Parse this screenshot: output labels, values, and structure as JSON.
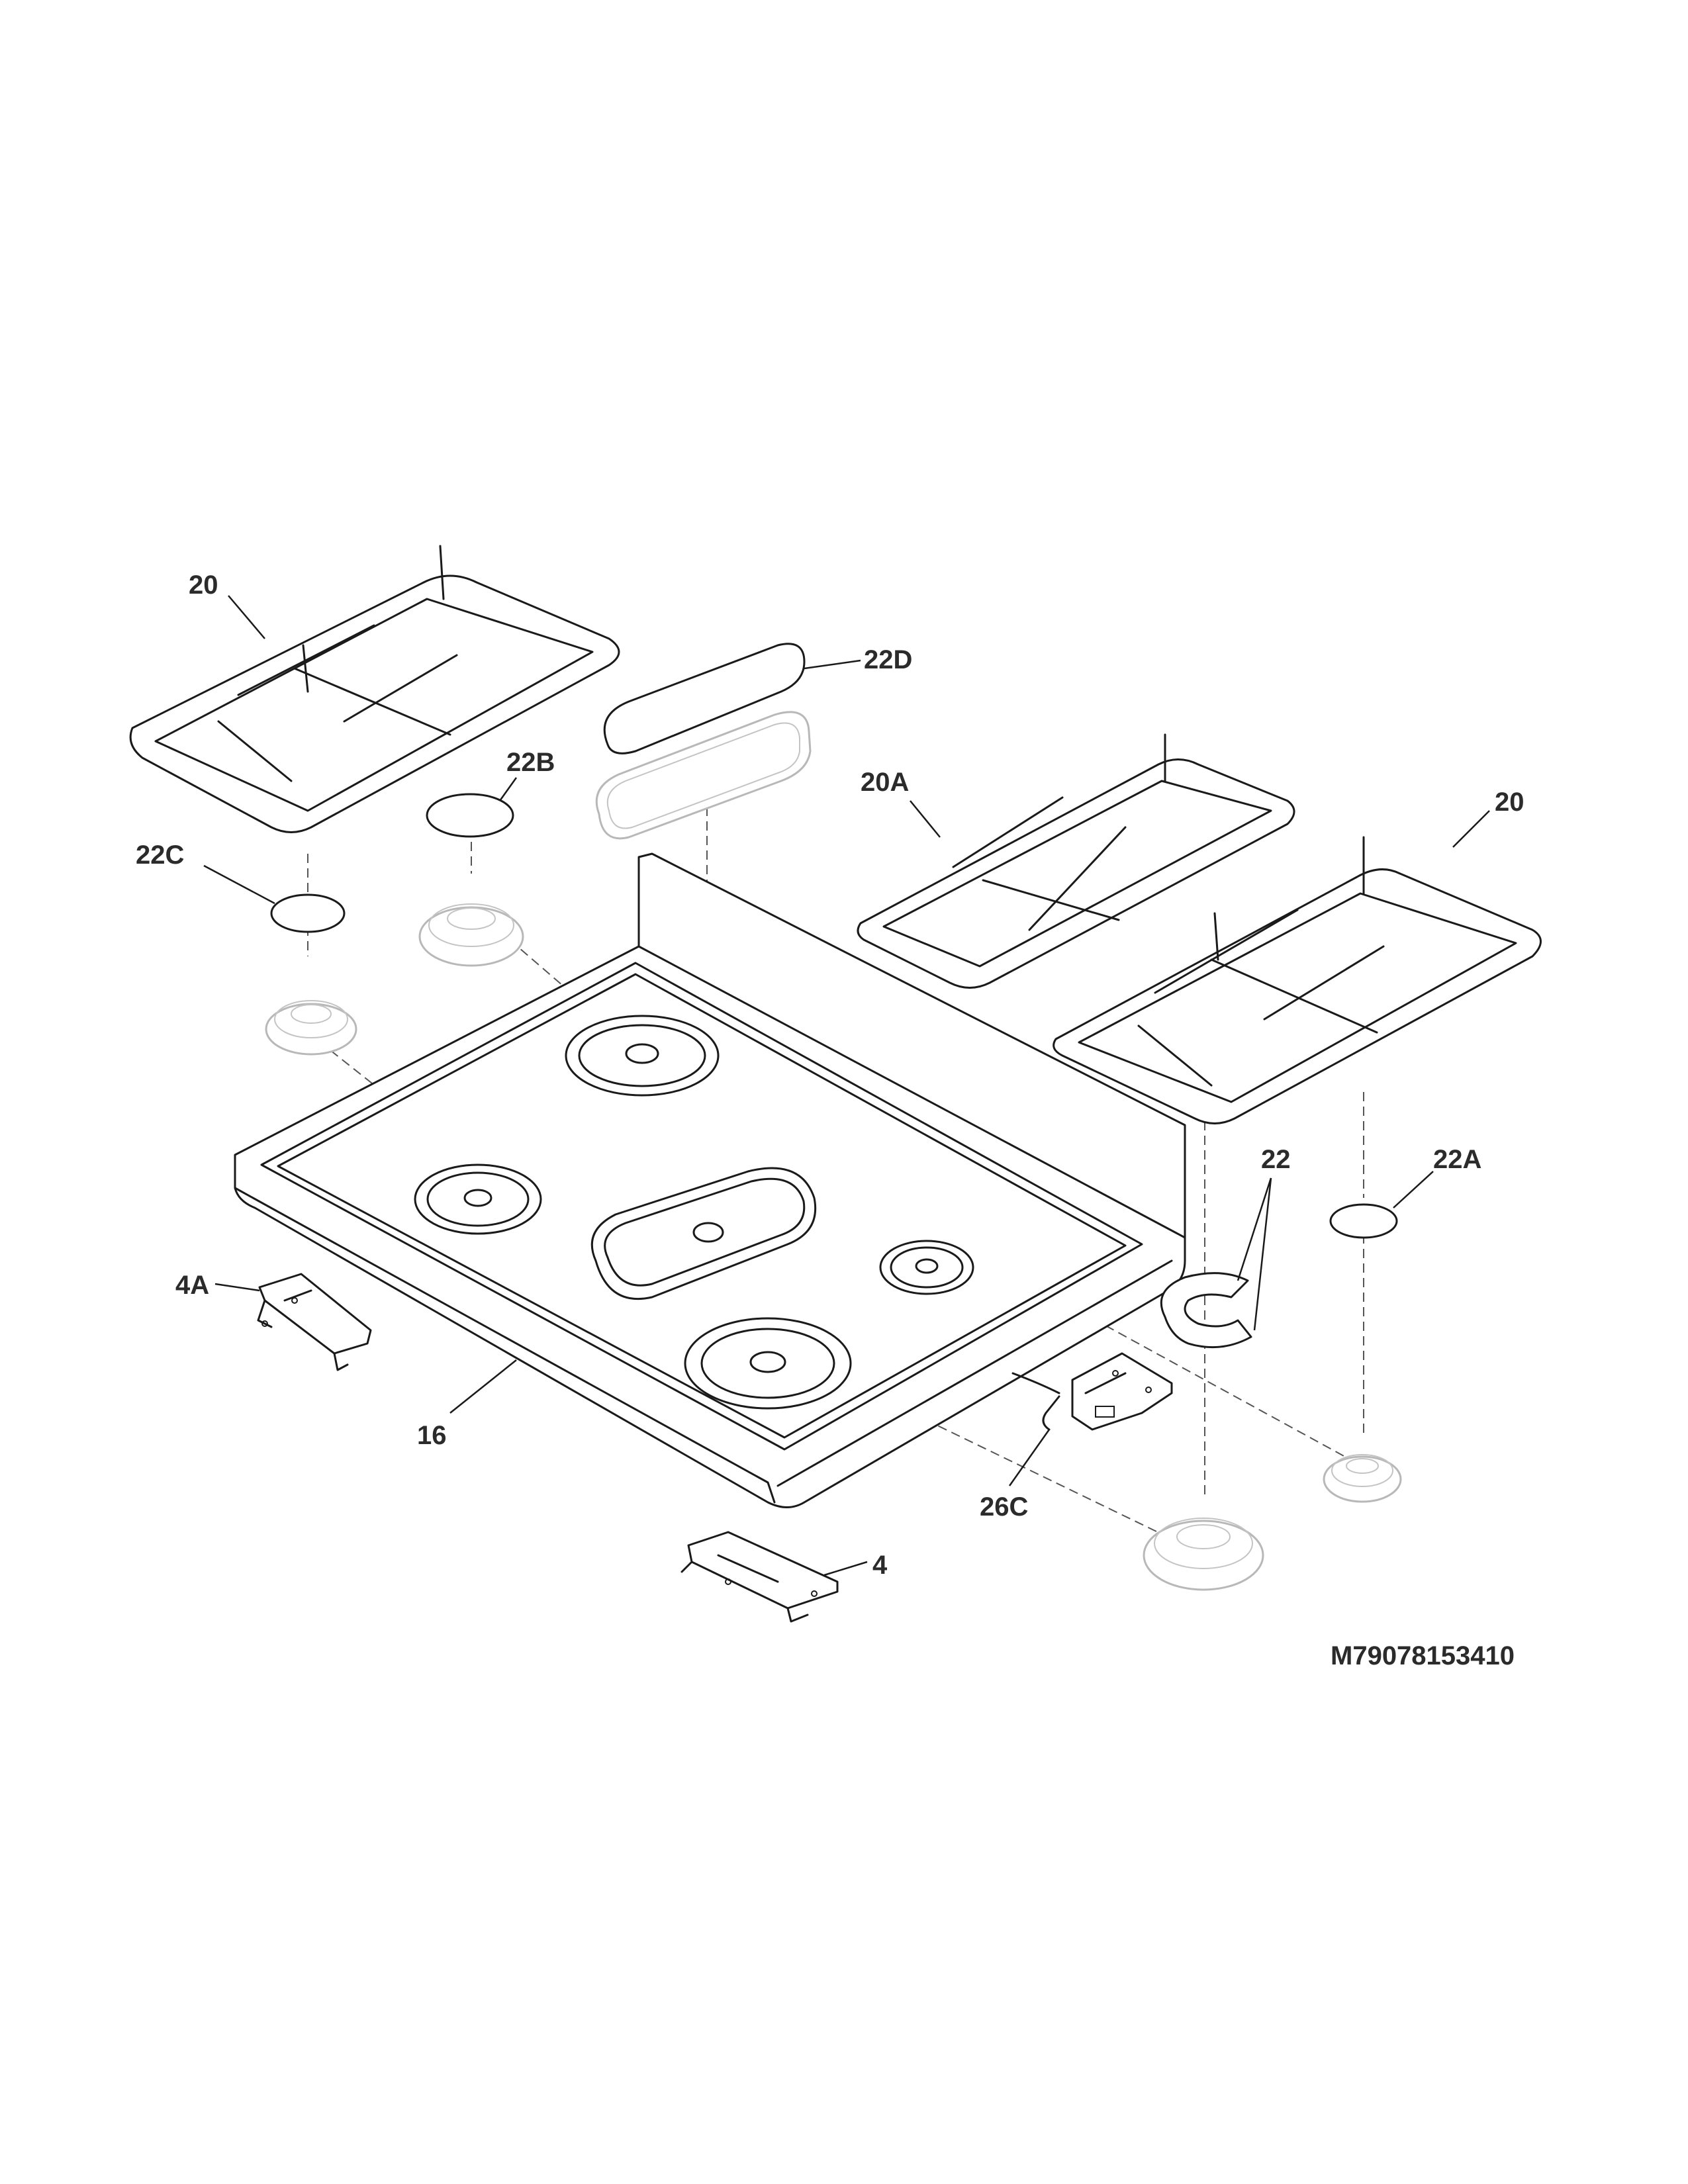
{
  "callouts": {
    "grate_left": "20",
    "griddle": "22D",
    "cap_22b": "22B",
    "grate_center": "20A",
    "grate_right": "20",
    "cap_22c": "22C",
    "ring_22": "22",
    "cap_22a": "22A",
    "bracket_4a": "4A",
    "cooktop": "16",
    "harness": "26C",
    "bracket_4": "4"
  },
  "model_number": "M79078153410"
}
